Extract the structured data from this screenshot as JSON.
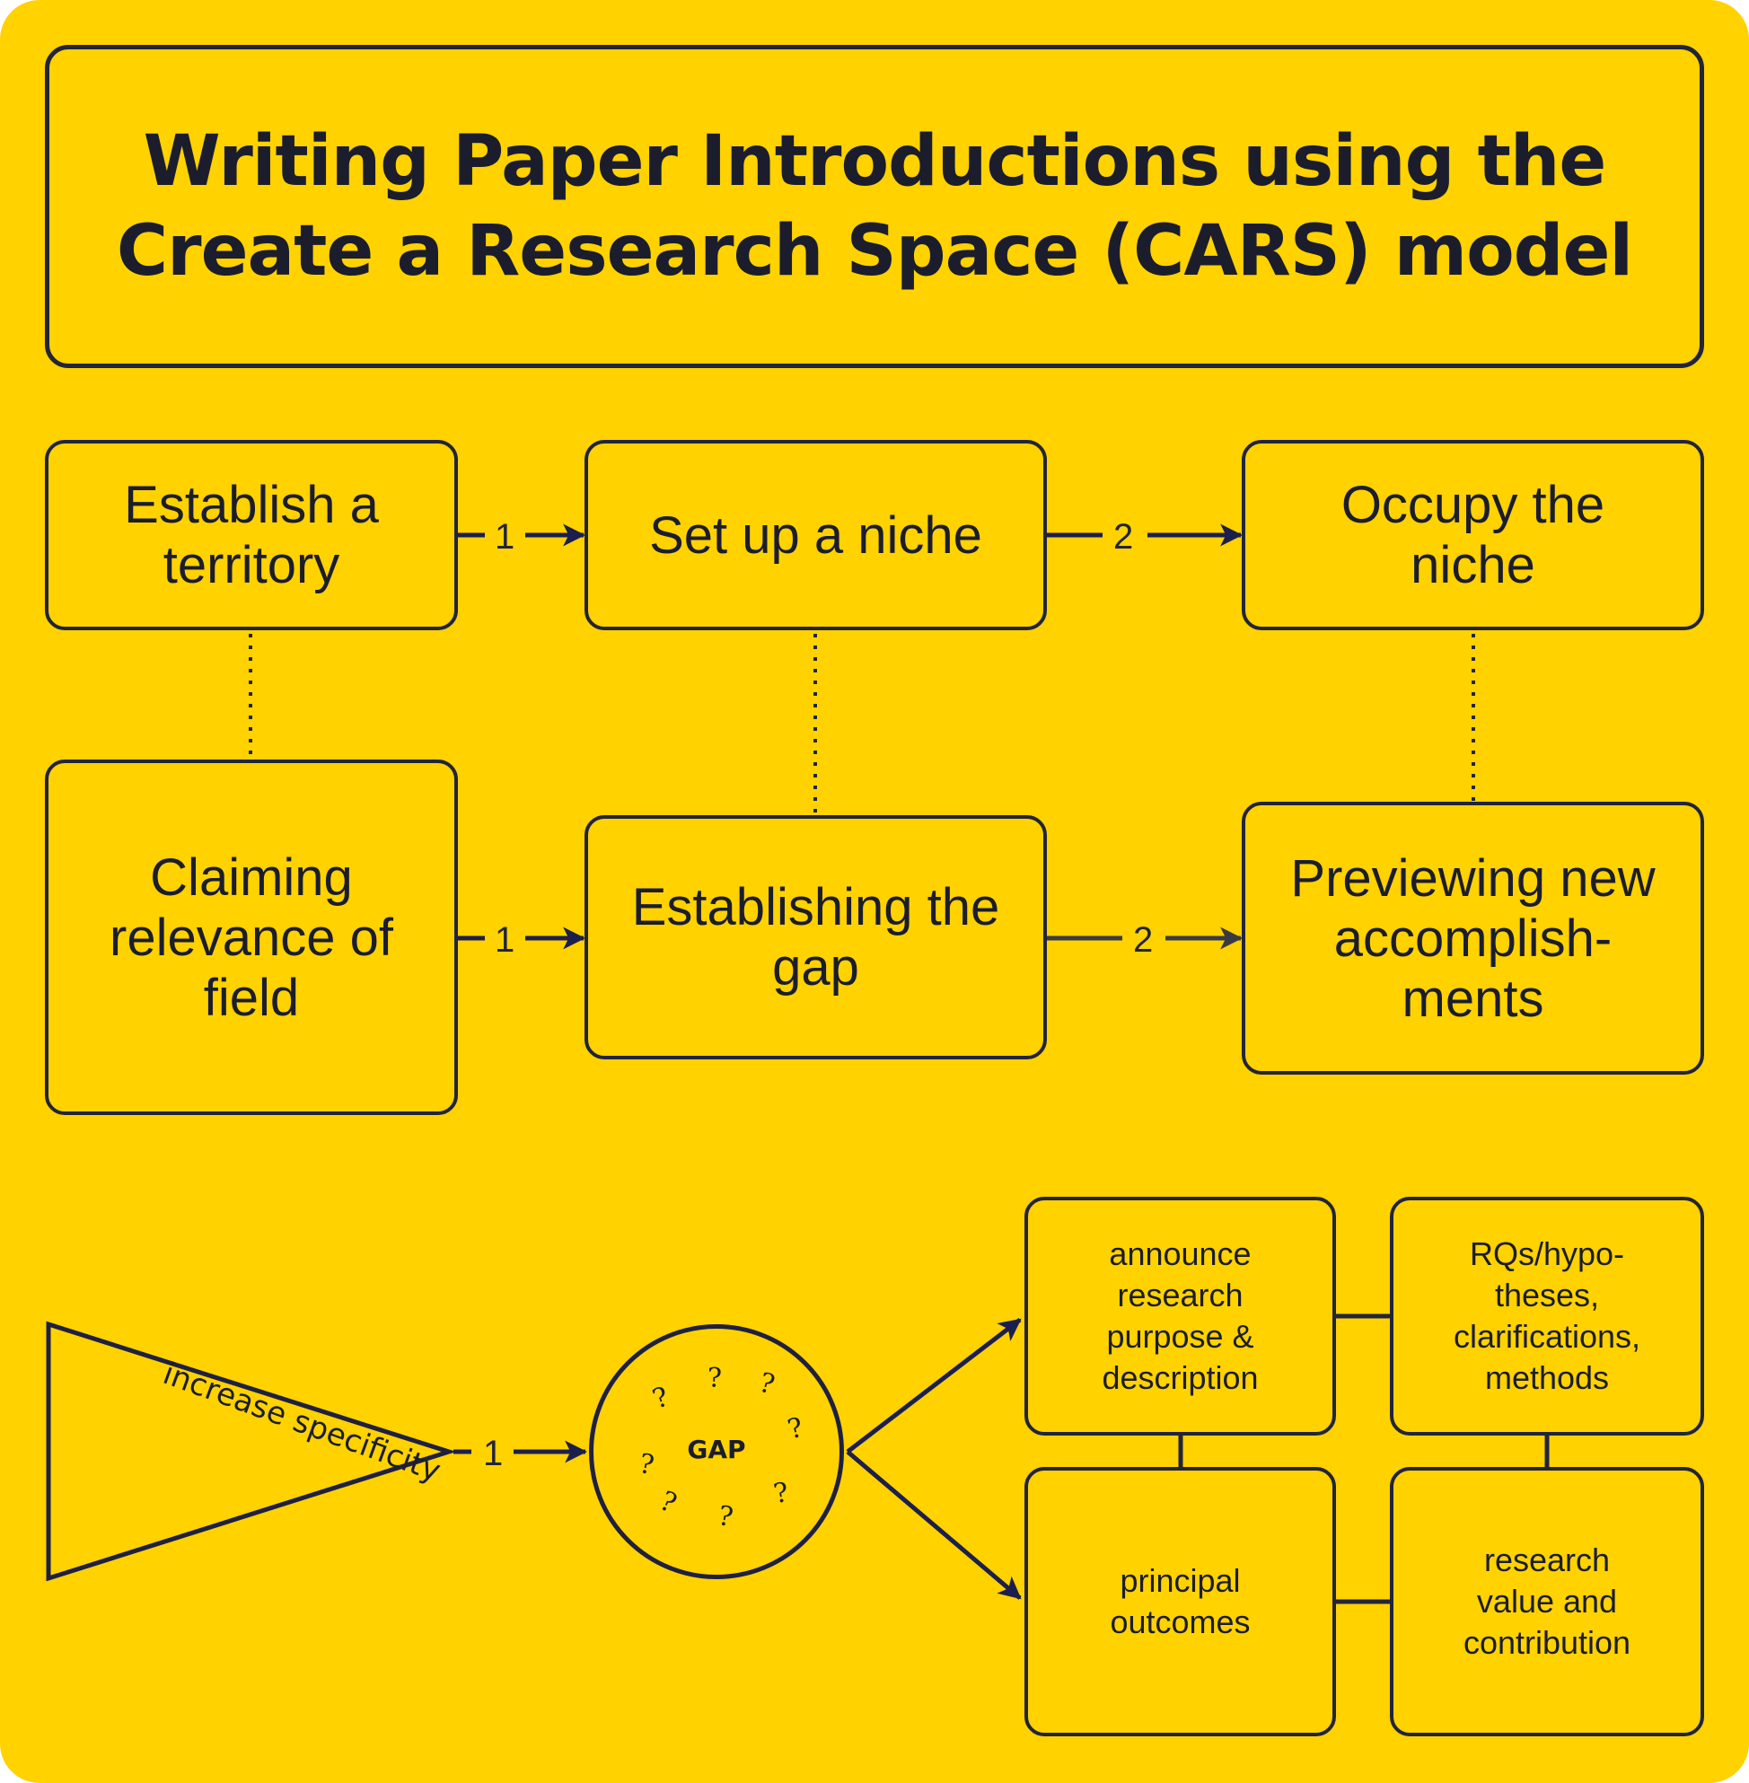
{
  "title": "Writing Paper Introductions using the\nCreate a Research Space (CARS) model",
  "moves": {
    "establish_territory": "Establish a\nterritory",
    "set_up_niche": "Set up a niche",
    "occupy_niche": "Occupy the\nniche"
  },
  "steps": {
    "claiming_relevance": "Claiming\nrelevance of\nfield",
    "establishing_gap": "Establishing the\ngap",
    "previewing": "Previewing new\naccomplish-\nments"
  },
  "arrow_labels": {
    "top_1": "1",
    "top_2": "2",
    "mid_1": "1",
    "mid_2": "2",
    "bottom_1": "1"
  },
  "funnel_label": "increase specificity",
  "gap": {
    "label": "GAP",
    "question_mark": "?"
  },
  "components": {
    "announce": "announce\nresearch\npurpose &\ndescription",
    "rqs": "RQs/hypo-\ntheses,\nclarifications,\nmethods",
    "outcomes": "principal\noutcomes",
    "value": "research\nvalue and\ncontribution"
  },
  "colors": {
    "background": "#FFD200",
    "stroke": "#22243a",
    "arrow": "#1c1f4d"
  }
}
